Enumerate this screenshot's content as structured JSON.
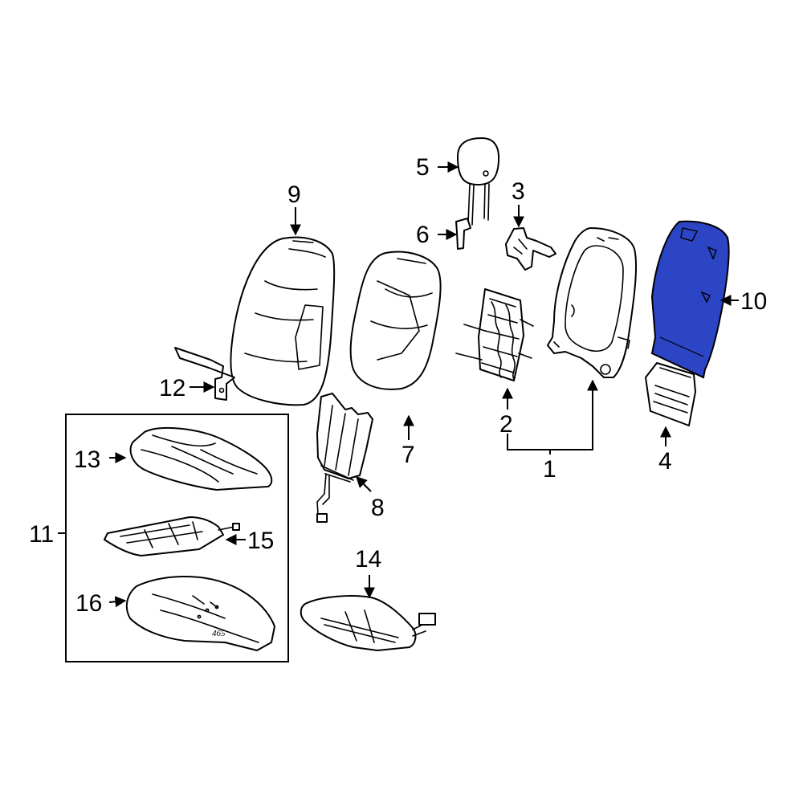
{
  "highlight_color": "#2b45c4",
  "callouts": {
    "c1": "1",
    "c2": "2",
    "c3": "3",
    "c4": "4",
    "c5": "5",
    "c6": "6",
    "c7": "7",
    "c8": "8",
    "c9": "9",
    "c10": "10",
    "c11": "11",
    "c12": "12",
    "c13": "13",
    "c14": "14",
    "c15": "15",
    "c16": "16"
  },
  "part_marking": "465"
}
